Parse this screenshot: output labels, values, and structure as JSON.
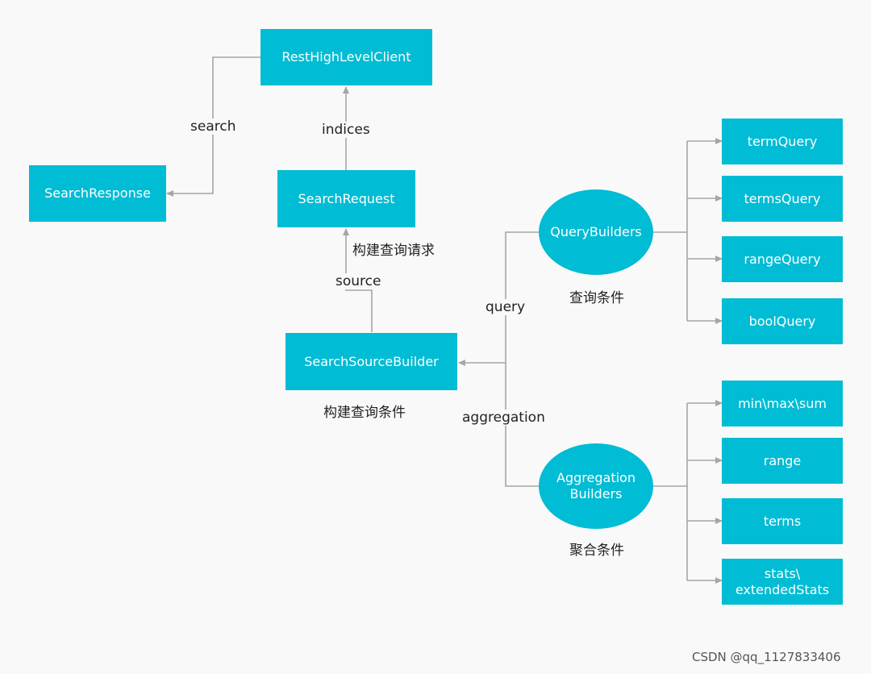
{
  "colors": {
    "node": "#00bcd4",
    "node_text": "#ffffff",
    "connector": "#a6a6a6",
    "background": "#f9f9f9"
  },
  "nodes": {
    "rest_client": "RestHighLevelClient",
    "search_response": "SearchResponse",
    "search_request": "SearchRequest",
    "search_source_builder": "SearchSourceBuilder",
    "query_builders": "QueryBuilders",
    "aggregation_builders": "Aggregation\nBuilders"
  },
  "edge_labels": {
    "search": "search",
    "indices": "indices",
    "source": "source",
    "build_request": "构建查询请求",
    "query": "query",
    "aggregation": "aggregation"
  },
  "captions": {
    "search_source_builder": "构建查询条件",
    "query_builders": "查询条件",
    "aggregation_builders": "聚合条件"
  },
  "query_items": [
    "termQuery",
    "termsQuery",
    "rangeQuery",
    "boolQuery"
  ],
  "aggregation_items": [
    "min\\max\\sum",
    "range",
    "terms",
    "stats\\\nextendedStats"
  ],
  "ellipsis": "......",
  "watermark": "CSDN @qq_1127833406"
}
